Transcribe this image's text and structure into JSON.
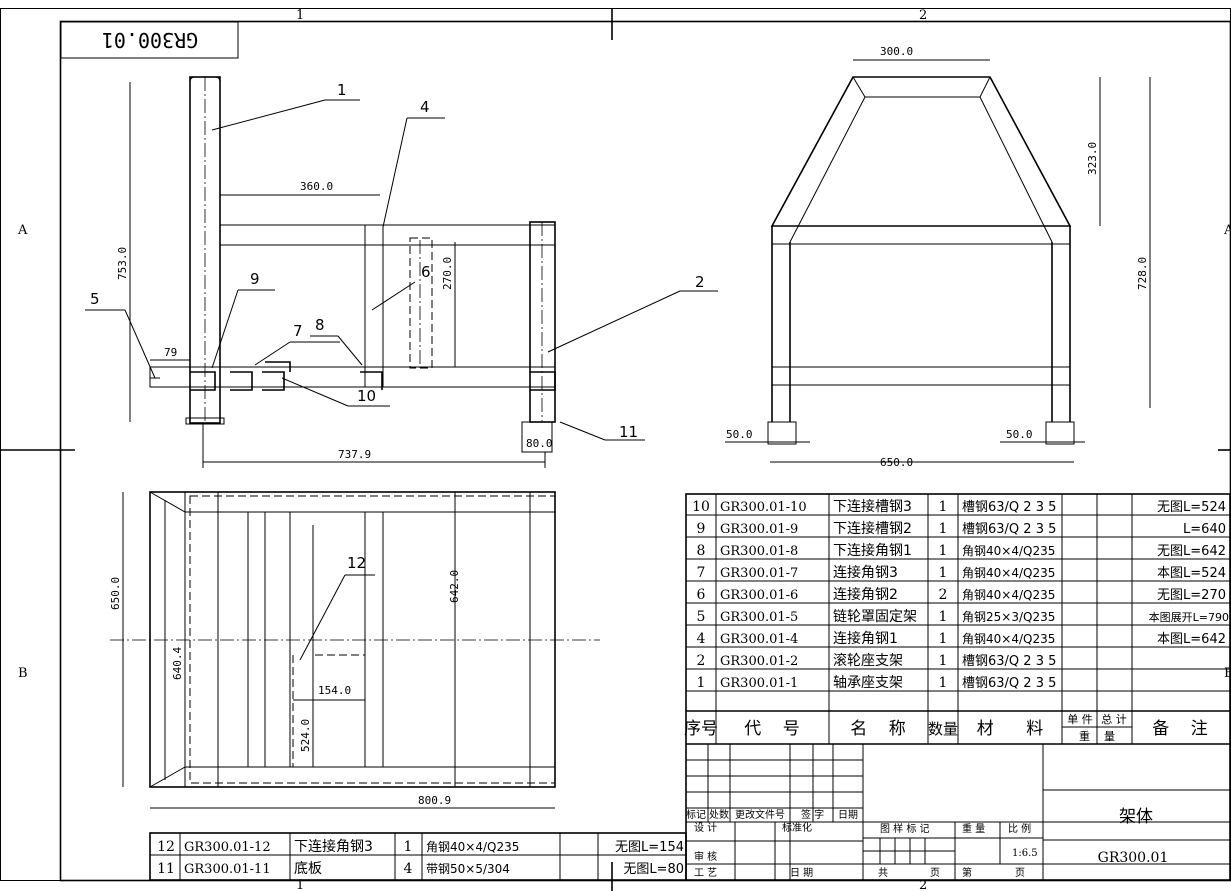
{
  "frame": {
    "zone_top": [
      "1",
      "2"
    ],
    "zone_bottom": [
      "1",
      "2"
    ],
    "zone_left": [
      "A",
      "B"
    ],
    "zone_right": [
      "A",
      "B"
    ]
  },
  "mirror_title": "GR300.01",
  "front_view": {
    "part_labels": [
      "1",
      "4",
      "6",
      "2",
      "5",
      "9",
      "7",
      "8",
      "10",
      "11"
    ],
    "dimensions": [
      "360.0",
      "753.0",
      "270.0",
      "79",
      "80.0",
      "737.9"
    ]
  },
  "side_view": {
    "dimensions": [
      "300.0",
      "323.0",
      "728.0",
      "50.0",
      "50.0",
      "650.0"
    ]
  },
  "top_view": {
    "part_labels": [
      "12"
    ],
    "dimensions": [
      "650.0",
      "642.0",
      "640.4",
      "154.0",
      "524.0",
      "800.9"
    ]
  },
  "bom": {
    "rows": [
      {
        "no": "10",
        "code": "GR300.01-10",
        "name": "下连接槽钢3",
        "qty": "1",
        "material": "槽钢63/Q 2 3 5",
        "remark": "无图L=524"
      },
      {
        "no": "9",
        "code": "GR300.01-9",
        "name": "下连接槽钢2",
        "qty": "1",
        "material": "槽钢63/Q 2 3 5",
        "remark": "L=640"
      },
      {
        "no": "8",
        "code": "GR300.01-8",
        "name": "下连接角钢1",
        "qty": "1",
        "material": "角钢40×4/Q235",
        "remark": "无图L=642"
      },
      {
        "no": "7",
        "code": "GR300.01-7",
        "name": "连接角钢3",
        "qty": "1",
        "material": "角钢40×4/Q235",
        "remark": "本图L=524"
      },
      {
        "no": "6",
        "code": "GR300.01-6",
        "name": "连接角钢2",
        "qty": "2",
        "material": "角钢40×4/Q235",
        "remark": "无图L=270"
      },
      {
        "no": "5",
        "code": "GR300.01-5",
        "name": "链轮罩固定架",
        "qty": "1",
        "material": "角钢25×3/Q235",
        "remark": "本图展开L=790"
      },
      {
        "no": "4",
        "code": "GR300.01-4",
        "name": "连接角钢1",
        "qty": "1",
        "material": "角钢40×4/Q235",
        "remark": "本图L=642"
      },
      {
        "no": "2",
        "code": "GR300.01-2",
        "name": "滚轮座支架",
        "qty": "1",
        "material": "槽钢63/Q 2 3 5",
        "remark": ""
      },
      {
        "no": "1",
        "code": "GR300.01-1",
        "name": "轴承座支架",
        "qty": "1",
        "material": "槽钢63/Q 2 3 5",
        "remark": ""
      }
    ],
    "header": {
      "no": "序号",
      "code": "代    号",
      "name": "名    称",
      "qty": "数量",
      "material": "材      料",
      "unit_weight": "单 件",
      "total_weight": "总 计",
      "weight": "重    量",
      "remark": "备    注"
    },
    "lower_rows": [
      {
        "no": "12",
        "code": "GR300.01-12",
        "name": "下连接角钢3",
        "qty": "1",
        "material": "角钢40×4/Q235",
        "remark": "无图L=154"
      },
      {
        "no": "11",
        "code": "GR300.01-11",
        "name": "底板",
        "qty": "4",
        "material": "带钢50×5/304",
        "remark": "无图L=80"
      }
    ]
  },
  "title_block": {
    "change_header": [
      "标记",
      "处数",
      "更改文件号",
      "签 字",
      "日期"
    ],
    "designer": "设 计",
    "standardization": "标准化",
    "reviewer": "审 核",
    "process": "工 艺",
    "date": "日 期",
    "stage_mark": "图 样 标 记",
    "weight": "重 量",
    "scale": "比 例",
    "scale_value": "1:6.5",
    "total_sheets": "共",
    "sheet": "第",
    "page": "页",
    "drawing_name": "架体",
    "drawing_no": "GR300.01"
  }
}
